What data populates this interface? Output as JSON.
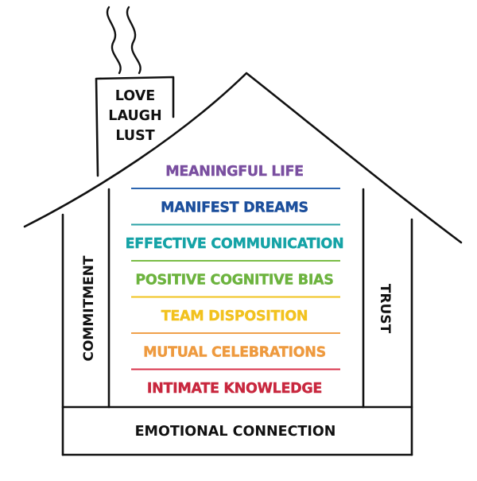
{
  "chimney": {
    "lines": [
      "LOVE",
      "LAUGH",
      "LUST"
    ]
  },
  "floors": [
    {
      "label": "MEANINGFUL LIFE",
      "text_color": "#7a4fa0",
      "line_color": "#2c65b0"
    },
    {
      "label": "MANIFEST DREAMS",
      "text_color": "#1c4f9c",
      "line_color": "#2aa2a6"
    },
    {
      "label": "EFFECTIVE COMMUNICATION",
      "text_color": "#15a3a6",
      "line_color": "#7bbd46"
    },
    {
      "label": "POSITIVE COGNITIVE BIAS",
      "text_color": "#6cb33e",
      "line_color": "#f1c31e"
    },
    {
      "label": "TEAM DISPOSITION",
      "text_color": "#f2c21f",
      "line_color": "#f0a04a"
    },
    {
      "label": "MUTUAL CELEBRATIONS",
      "text_color": "#ee9a3f",
      "line_color": "#d9324a"
    },
    {
      "label": "INTIMATE KNOWLEDGE",
      "text_color": "#c8273e",
      "line_color": null
    }
  ],
  "pillars": {
    "left": "COMMITMENT",
    "right": "TRUST"
  },
  "foundation": {
    "label": "EMOTIONAL CONNECTION"
  },
  "colors": {
    "outline": "#111111"
  }
}
